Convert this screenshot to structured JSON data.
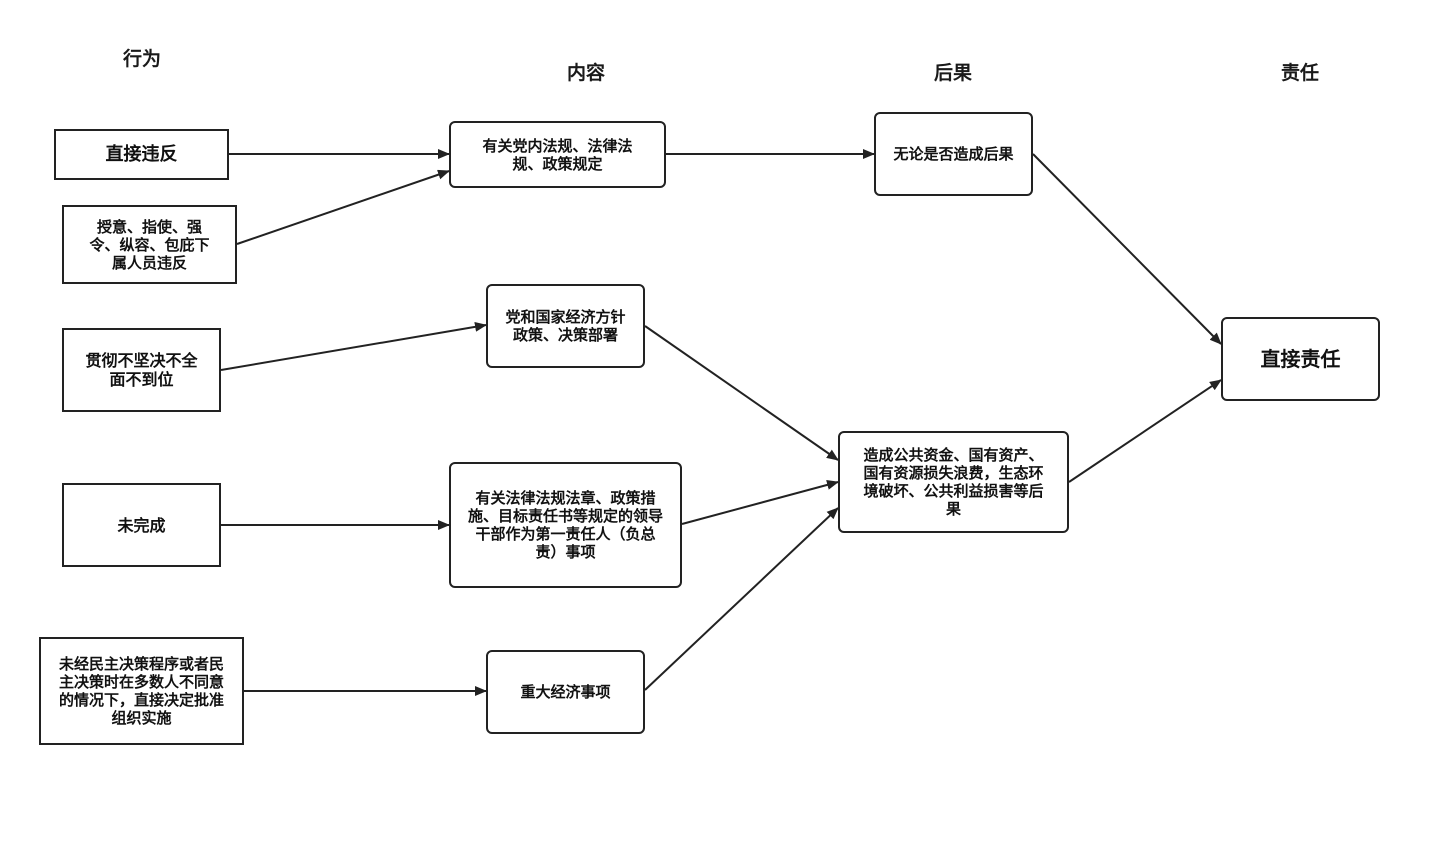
{
  "headers": {
    "behavior": "行为",
    "content": "内容",
    "consequence": "后果",
    "responsibility": "责任"
  },
  "behaviors": {
    "direct_violation": "直接违反",
    "instigate": "授意、指使、强令、纵容、包庇下属人员违反",
    "not_thorough": "贯彻不坚决不全面不到位",
    "not_completed": "未完成",
    "no_democracy": "未经民主决策程序或者民主决策时在多数人不同意的情况下，直接决定批准组织实施"
  },
  "contents": {
    "regulations": "有关党内法规、法律法规、政策规定",
    "policies": "党和国家经济方针政策、决策部署",
    "targets": "有关法律法规法章、政策措施、目标责任书等规定的领导干部作为第一责任人（负总责）事项",
    "major_matters": "重大经济事项"
  },
  "consequences": {
    "regardless": "无论是否造成后果",
    "losses": "造成公共资金、国有资产、国有资源损失浪费，生态环境破坏、公共利益损害等后果"
  },
  "responsibility": {
    "direct": "直接责任"
  },
  "colors": {
    "stroke": "#222222",
    "text": "#111111",
    "background": "#ffffff"
  }
}
